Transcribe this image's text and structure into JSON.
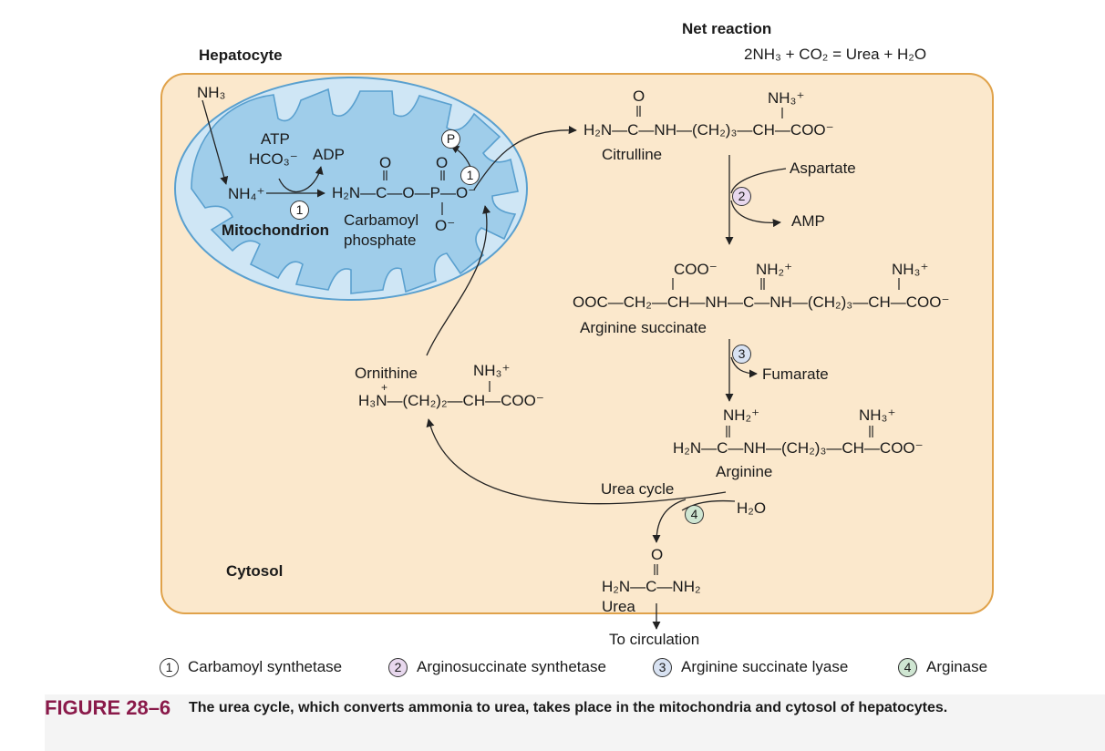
{
  "title": "Net reaction",
  "net_reaction": "2NH₃ + CO₂ = Urea + H₂O",
  "compartments": {
    "cell": "Hepatocyte",
    "mitochondrion": "Mitochondrion",
    "cytosol": "Cytosol"
  },
  "mito": {
    "nh3_in": "NH₃",
    "atp": "ATP",
    "hco3": "HCO₃⁻",
    "adp": "ADP",
    "nh4": "NH₄⁺",
    "cp_formula_top": "O           O",
    "cp_formula": "H₂N—C—O—P—O⁻",
    "cp_o_minus": "O⁻",
    "cp_name_1": "Carbamoyl",
    "cp_name_2": "phosphate",
    "phosphate_symbol": "P"
  },
  "molecules": {
    "citrulline": {
      "top_o": "O",
      "top_nh3": "NH₃⁺",
      "formula": "H₂N—C—NH—(CH₂)₃—CH—COO⁻",
      "name": "Citrulline"
    },
    "arginine_succinate": {
      "top_coo": "COO⁻",
      "top_nh2": "NH₂⁺",
      "top_nh3": "NH₃⁺",
      "formula": "OOC—CH₂—CH—NH—C—NH—(CH₂)₃—CH—COO⁻",
      "name": "Arginine succinate"
    },
    "arginine": {
      "top_nh2": "NH₂⁺",
      "top_nh3": "NH₃⁺",
      "formula": "H₂N—C—NH—(CH₂)₃—CH—COO⁻",
      "name": "Arginine"
    },
    "ornithine": {
      "name": "Ornithine",
      "top_nh3": "NH₃⁺",
      "formula": "H₃N—(CH₂)₂—CH—COO⁻",
      "plus": "+"
    },
    "urea": {
      "top_o": "O",
      "formula": "H₂N—C—NH₂",
      "name": "Urea"
    }
  },
  "reagents": {
    "aspartate": "Aspartate",
    "amp": "AMP",
    "fumarate": "Fumarate",
    "water": "H₂O",
    "urea_cycle": "Urea cycle",
    "to_circulation": "To circulation"
  },
  "enzyme_numbers": [
    "1",
    "2",
    "3",
    "4"
  ],
  "legend": [
    {
      "num": "1",
      "label": "Carbamoyl synthetase"
    },
    {
      "num": "2",
      "label": "Arginosuccinate synthetase"
    },
    {
      "num": "3",
      "label": "Arginine succinate lyase"
    },
    {
      "num": "4",
      "label": "Arginase"
    }
  ],
  "caption": {
    "figure": "FIGURE 28–6",
    "text": "The urea cycle, which converts ammonia to urea, takes place in the mitochondria and cytosol of hepatocytes."
  },
  "colors": {
    "cell_fill": "#fbe8cc",
    "cell_border": "#e0a24a",
    "mito_fill": "#9fcdea",
    "mito_border": "#5aa0cf",
    "figure_label": "#8a1a4a"
  }
}
